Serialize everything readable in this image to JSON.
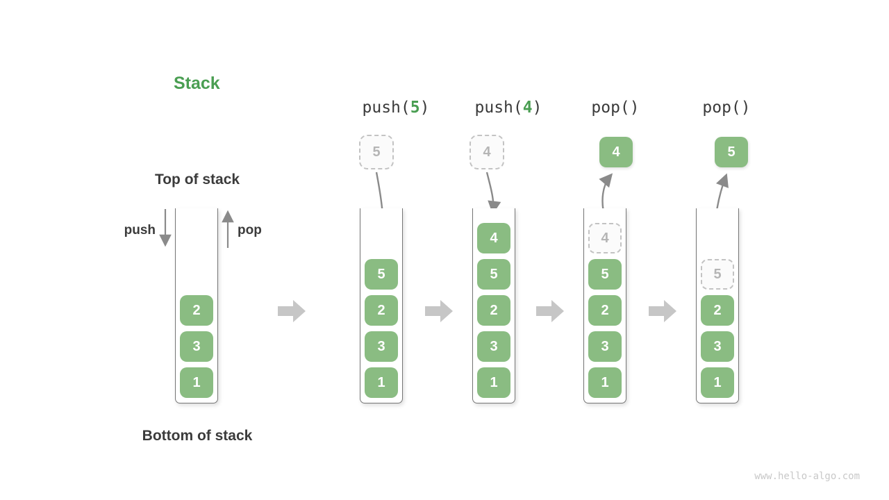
{
  "title": "Stack",
  "watermark": "www.hello-algo.com",
  "annotations": {
    "top_label": "Top of stack",
    "bottom_label": "Bottom of stack",
    "push_label": "push",
    "pop_label": "pop"
  },
  "colors": {
    "accent_green": "#4a9e52",
    "box_green": "#8abc82",
    "label_ink": "#3b3b3b",
    "arrow_gray": "#8a8a8a",
    "block_arrow_gray": "#c6c6c6",
    "dashed_gray": "#c3c3c3"
  },
  "initial_stack": {
    "items": [
      {
        "value": "2",
        "state": "solid"
      },
      {
        "value": "3",
        "state": "solid"
      },
      {
        "value": "1",
        "state": "solid"
      }
    ]
  },
  "operations": [
    {
      "name": "push-5",
      "label": {
        "prefix": "push(",
        "arg": "5",
        "suffix": ")"
      },
      "floating": {
        "value": "5",
        "state": "dashed"
      },
      "arrow_direction": "into-stack",
      "stack": [
        {
          "value": "5",
          "state": "solid"
        },
        {
          "value": "2",
          "state": "solid"
        },
        {
          "value": "3",
          "state": "solid"
        },
        {
          "value": "1",
          "state": "solid"
        }
      ]
    },
    {
      "name": "push-4",
      "label": {
        "prefix": "push(",
        "arg": "4",
        "suffix": ")"
      },
      "floating": {
        "value": "4",
        "state": "dashed"
      },
      "arrow_direction": "into-stack",
      "stack": [
        {
          "value": "4",
          "state": "solid"
        },
        {
          "value": "5",
          "state": "solid"
        },
        {
          "value": "2",
          "state": "solid"
        },
        {
          "value": "3",
          "state": "solid"
        },
        {
          "value": "1",
          "state": "solid"
        }
      ]
    },
    {
      "name": "pop-first",
      "label": {
        "prefix": "pop(",
        "arg": "",
        "suffix": ")"
      },
      "floating": {
        "value": "4",
        "state": "solid"
      },
      "arrow_direction": "out-of-stack",
      "stack": [
        {
          "value": "4",
          "state": "dashed"
        },
        {
          "value": "5",
          "state": "solid"
        },
        {
          "value": "2",
          "state": "solid"
        },
        {
          "value": "3",
          "state": "solid"
        },
        {
          "value": "1",
          "state": "solid"
        }
      ]
    },
    {
      "name": "pop-second",
      "label": {
        "prefix": "pop(",
        "arg": "",
        "suffix": ")"
      },
      "floating": {
        "value": "5",
        "state": "solid"
      },
      "arrow_direction": "out-of-stack",
      "stack": [
        {
          "value": "5",
          "state": "dashed"
        },
        {
          "value": "2",
          "state": "solid"
        },
        {
          "value": "3",
          "state": "solid"
        },
        {
          "value": "1",
          "state": "solid"
        }
      ]
    }
  ]
}
